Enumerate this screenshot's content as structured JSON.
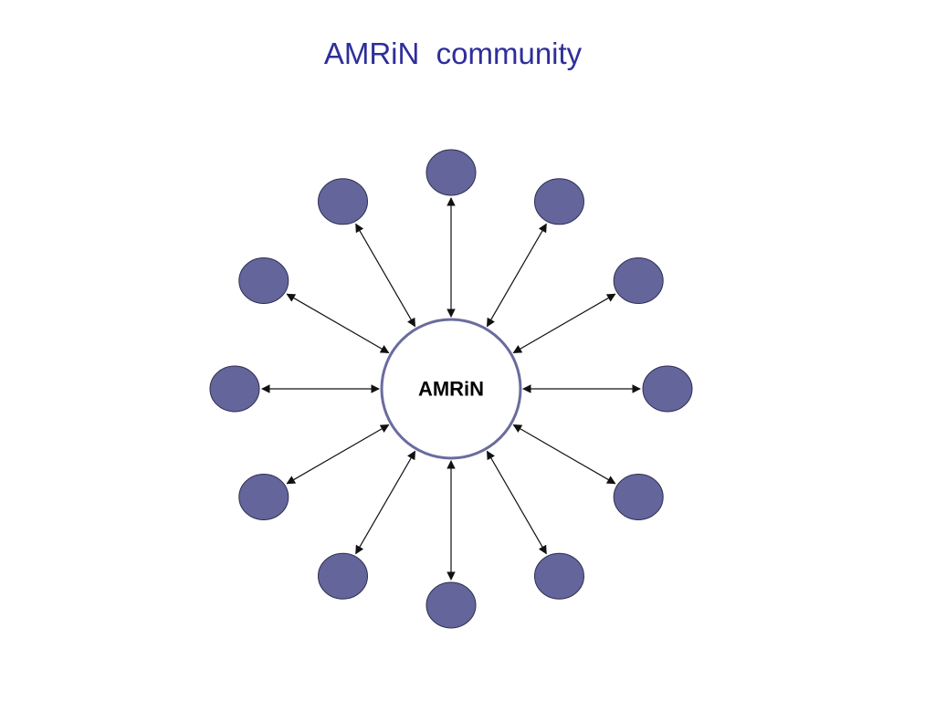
{
  "title": "AMRiN  community",
  "hub": {
    "label": "AMRiN"
  },
  "spoke_count": 12,
  "colors": {
    "title": "#2e2e9c",
    "node_fill": "#63659b",
    "node_stroke": "#2f2f52",
    "hub_fill": "#ffffff",
    "hub_stroke": "#6a6b9e",
    "connector": "#111111"
  }
}
